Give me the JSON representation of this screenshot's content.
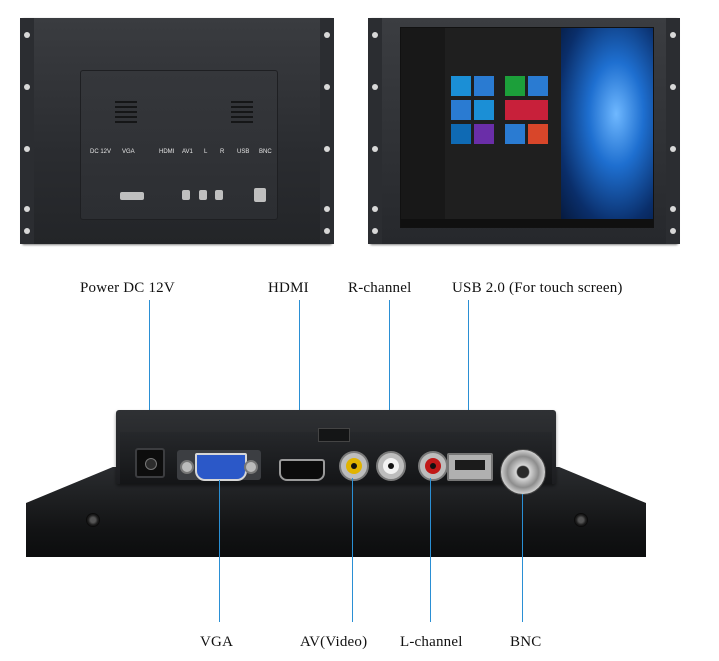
{
  "back_view": {
    "port_labels": [
      "DC 12V",
      "VGA",
      "HDMI",
      "AV1",
      "L",
      "R",
      "USB",
      "BNC"
    ]
  },
  "front_view": {
    "description_colors": {
      "wallpaper": "#1e6fd0",
      "start_menu": "#1f1f1f"
    }
  },
  "connectors": {
    "top_labels": [
      "Power DC 12V",
      "HDMI",
      "R-channel",
      "USB 2.0 (For touch screen)"
    ],
    "bottom_labels": [
      "VGA",
      "AV(Video)",
      "L-channel",
      "BNC"
    ]
  },
  "colors": {
    "guide_line": "#2a8fd4",
    "chassis": "#1c1d20"
  }
}
